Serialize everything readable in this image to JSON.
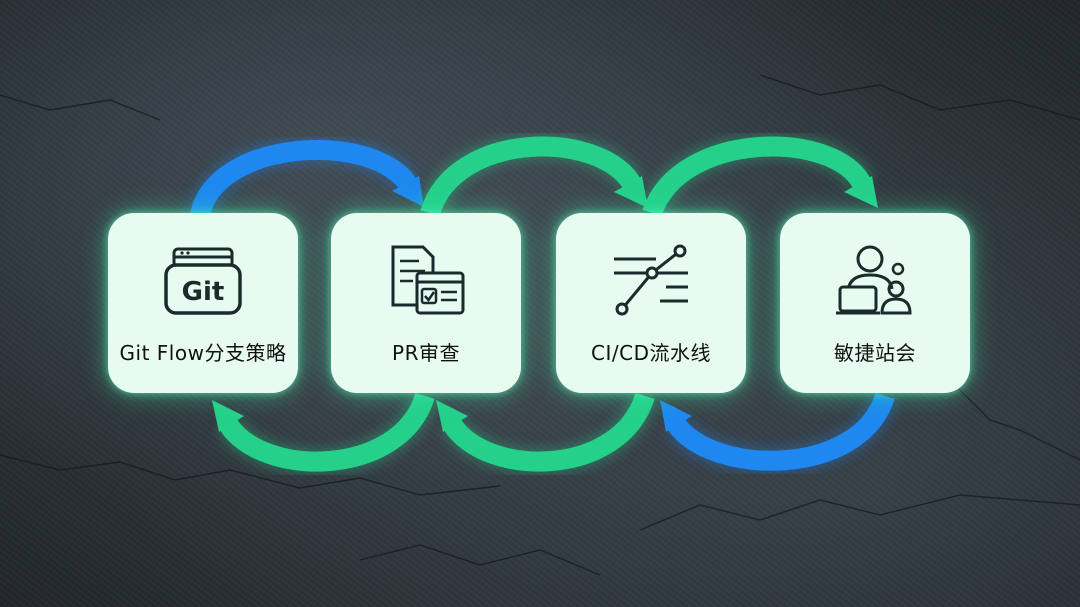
{
  "diagram": {
    "nodes": [
      {
        "id": "git",
        "label": "Git Flow分支策略",
        "icon": "git-icon"
      },
      {
        "id": "pr",
        "label": "PR审查",
        "icon": "code-review-document-icon"
      },
      {
        "id": "ci",
        "label": "CI/CD流水线",
        "icon": "pipeline-icon"
      },
      {
        "id": "agile",
        "label": "敏捷站会",
        "icon": "team-meeting-icon"
      }
    ],
    "icon_text": {
      "git": "Git"
    },
    "colors": {
      "blue_arrow": "#1e88f0",
      "green_arrow": "#25d08a",
      "card_bg": "#e8fbf1",
      "icon_stroke": "#1b2a2a"
    }
  }
}
